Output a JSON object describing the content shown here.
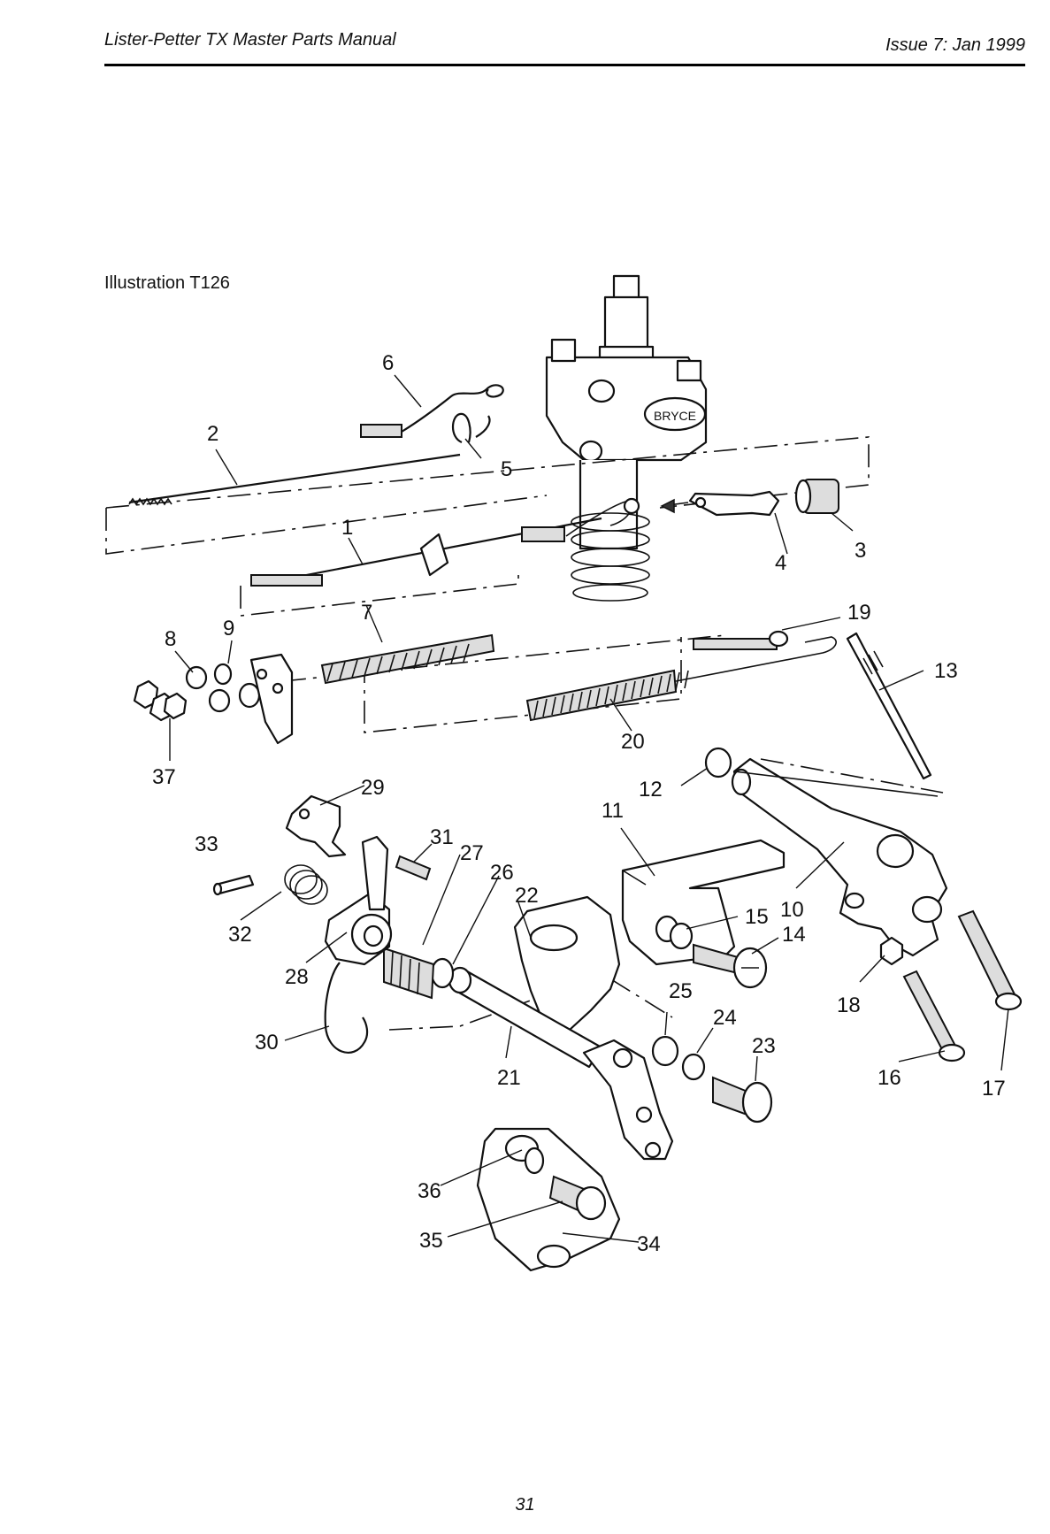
{
  "header": {
    "title": "Lister-Petter TX Master Parts Manual",
    "issue": "Issue 7: Jan 1999"
  },
  "illustration": {
    "caption": "Illustration T126",
    "pump_marking": "BRYCE"
  },
  "callouts": [
    "1",
    "2",
    "3",
    "4",
    "5",
    "6",
    "7",
    "8",
    "9",
    "10",
    "11",
    "12",
    "13",
    "14",
    "15",
    "16",
    "17",
    "18",
    "19",
    "20",
    "21",
    "22",
    "23",
    "24",
    "25",
    "26",
    "27",
    "28",
    "29",
    "30",
    "31",
    "32",
    "33",
    "34",
    "35",
    "36",
    "37"
  ],
  "footer": {
    "page_number": "31"
  }
}
